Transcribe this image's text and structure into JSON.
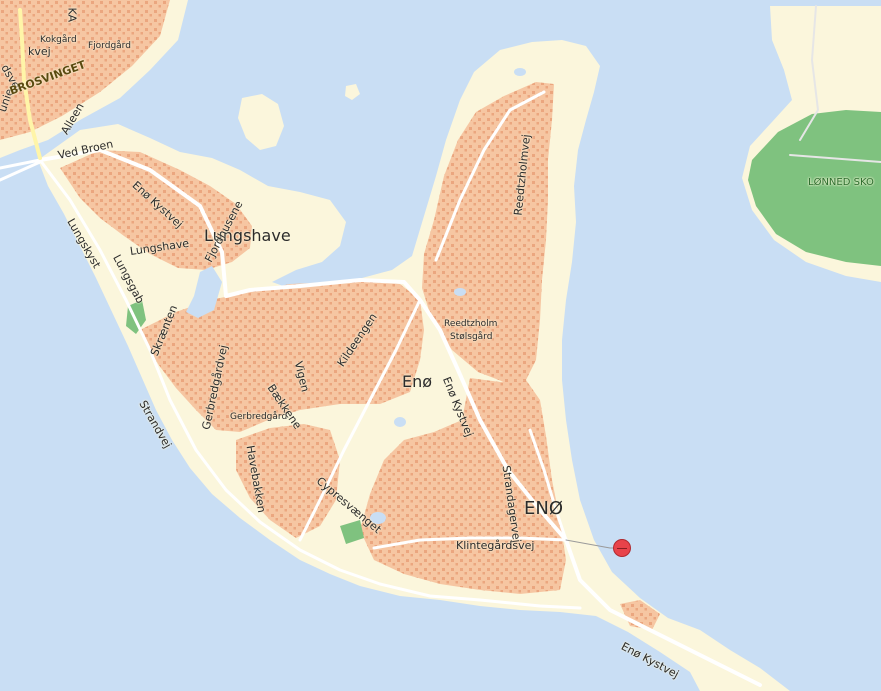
{
  "colors": {
    "water": "#c9def4",
    "land": "#fbf6dc",
    "urban": "#f6c6a2",
    "forest": "#7fc27f",
    "road": "#ffffff",
    "marker": "#e8434a"
  },
  "labels": {
    "eno_big": "ENØ",
    "eno": "Enø",
    "lungshave_area": "Lungshave",
    "lonned_skov": "LØNNED SKO",
    "brosvinget": "BROSVINGET",
    "kokgard": "Kokgård",
    "fjordgard": "Fjordgård",
    "kvej": "kvej",
    "ka": "KA",
    "dsvej": "dsvej",
    "unie": "unie",
    "alleen": "Alleen",
    "ved_broen": "Ved Broen",
    "eno_kystvej_nw": "Enø Kystvej",
    "lungskyst": "Lungskyst",
    "lungsgab": "Lungsgab",
    "lungshave_road": "Lungshave",
    "fjordhusene": "Fjordhusene",
    "skraenten": "Skrænten",
    "strandvej": "Strandvej",
    "gerbredgardvej": "Gerbredgårdvej",
    "gerbredgard": "Gerbredgård",
    "haveb": "Havebakken",
    "bakkene": "Bækkene",
    "vigen": "Vigen",
    "kildeengen": "Kildeengen",
    "cypresvaenget": "Cypresvænget",
    "reedtzholmvej": "Reedtzholmvej",
    "reedtzholm": "Reedtzholm",
    "stolsgard": "Stølsgård",
    "eno_kystvej_mid": "Enø Kystvej",
    "strandagervej": "Strandagervej",
    "klintegardsvej": "Klintegårdsvej",
    "eno_kystvej_se": "Enø Kystvej"
  }
}
